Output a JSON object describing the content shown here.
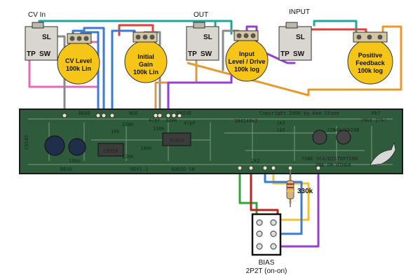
{
  "jacks": {
    "cv_in": {
      "title": "CV In",
      "sl": "SL",
      "tp": "TP",
      "sw": "SW"
    },
    "out": {
      "title": "OUT",
      "sl": "SL",
      "tp": "TP",
      "sw": "SW"
    },
    "input": {
      "title": "INPUT",
      "sl": "SL",
      "tp": "TP",
      "sw": "SW"
    }
  },
  "pots": {
    "cv_level": {
      "line1": "CV Level",
      "line2": "100k Lin"
    },
    "initial_gain": {
      "line1": "Initial",
      "line2": "Gain",
      "line3": "100k Lin"
    },
    "input_level": {
      "line1": "Input",
      "line2": "Level / Drive",
      "line3": "100k log"
    },
    "positive_feedback": {
      "line1": "Positive",
      "line2": "Feedback",
      "line3": "100k log"
    }
  },
  "pcb": {
    "copyright": "Copyright 2006 by Ken Stone",
    "title": "TUBE VCA/DISTORTION",
    "revision": "REV1.1",
    "opamp1": "TL072",
    "opamp2": "LM358",
    "diodes": "1N4148x2",
    "transistors": "J2N4k/SH24B",
    "either": "ONE OR OTHER",
    "audio": "AUDIO SN",
    "lbl_bead_top": "BEAD",
    "lbl_bead_bot": "BEAD",
    "lbl_ngo": "NGO",
    "lbl_drive": "DRIVE",
    "lbl_rk": "Rk?",
    "lbl_max": "(MAX 27k)",
    "lbl_cgs": "CGS45",
    "r_330k": "330k",
    "r_220k_a": "220k",
    "r_220k_b": "220k",
    "r_100k": "100k",
    "r_10k": "10k",
    "r_1k5_a": "1k5",
    "r_1k5_b": "1k5",
    "r_2k2": "2k2",
    "r_130k": "130k",
    "c_47p_a": "47pF",
    "c_47p_b": "47pF",
    "c_100u": "100u"
  },
  "resistor": {
    "label": "330k"
  },
  "switch": {
    "line1": "BIAS",
    "line2": "2P2T (on-on)"
  },
  "colors": {
    "board": "#2f5b3d",
    "board_edge": "#1a1a1a",
    "pot_fill": "#f5c518",
    "jack_body": "#d9d6cf",
    "wire_pink": "#e46bb5",
    "wire_blue": "#3a7bd5",
    "wire_red": "#e0413a",
    "wire_teal": "#1fa79c",
    "wire_green": "#2fa83a",
    "wire_gray": "#8a8a8a",
    "wire_tan": "#d79a4a",
    "wire_purple": "#9a3ed1",
    "wire_orange": "#e89a2a",
    "wire_yellow": "#f1c232",
    "wire_darkred": "#b8251e"
  }
}
